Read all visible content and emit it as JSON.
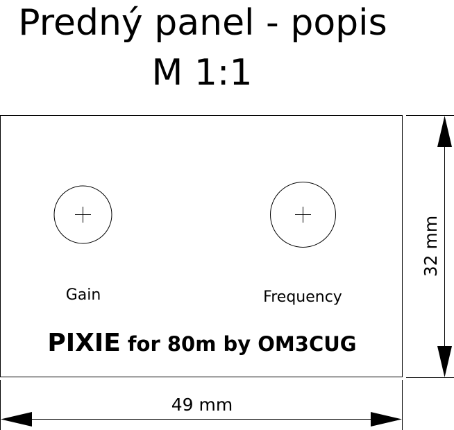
{
  "title": {
    "line1": "Predný panel - popis",
    "line2": "M 1:1"
  },
  "panel": {
    "knobs": [
      {
        "label": "Gain"
      },
      {
        "label": "Frequency"
      }
    ],
    "brand": {
      "name": "PIXIE",
      "subtitle": "for 80m by OM3CUG"
    }
  },
  "dimensions": {
    "width_label": "49 mm",
    "height_label": "32 mm"
  }
}
